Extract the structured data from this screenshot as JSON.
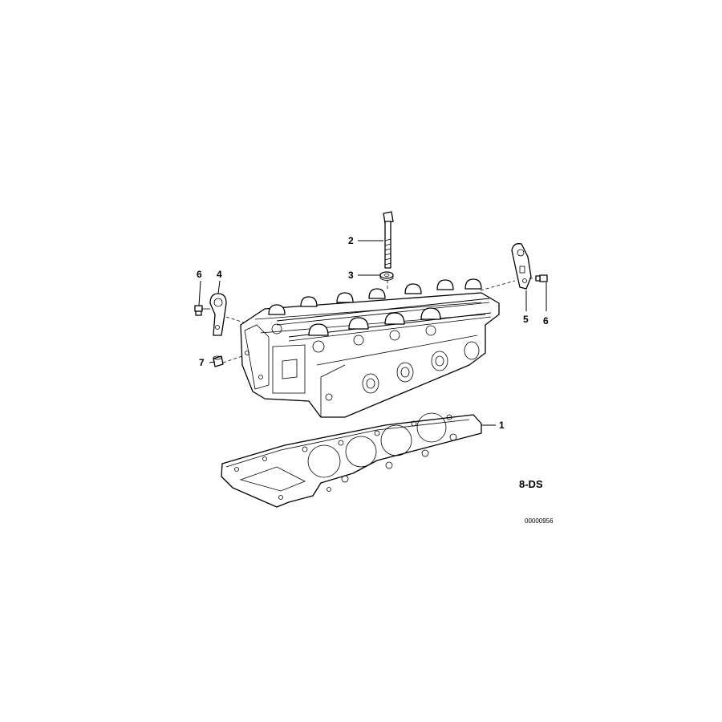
{
  "diagram": {
    "callouts": [
      {
        "id": "c1",
        "label": "1"
      },
      {
        "id": "c2",
        "label": "2"
      },
      {
        "id": "c3",
        "label": "3"
      },
      {
        "id": "c4",
        "label": "4"
      },
      {
        "id": "c5",
        "label": "5"
      },
      {
        "id": "c6a",
        "label": "6"
      },
      {
        "id": "c6b",
        "label": "6"
      },
      {
        "id": "c7",
        "label": "7"
      }
    ],
    "group_code": "8-DS",
    "reference_number": "00000956"
  }
}
